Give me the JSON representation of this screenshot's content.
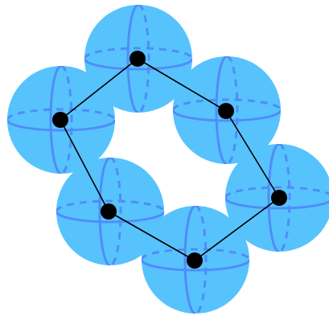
{
  "diagram": {
    "type": "ring-of-spheres",
    "sphere_count": 6,
    "node_count": 6,
    "edge_count": 6,
    "colors": {
      "sphere_fill": "#57C3FD",
      "sphere_grid_line": "#4F8DF8",
      "node": "#000000",
      "edge": "#000000",
      "background": "#FFFFFF"
    }
  }
}
